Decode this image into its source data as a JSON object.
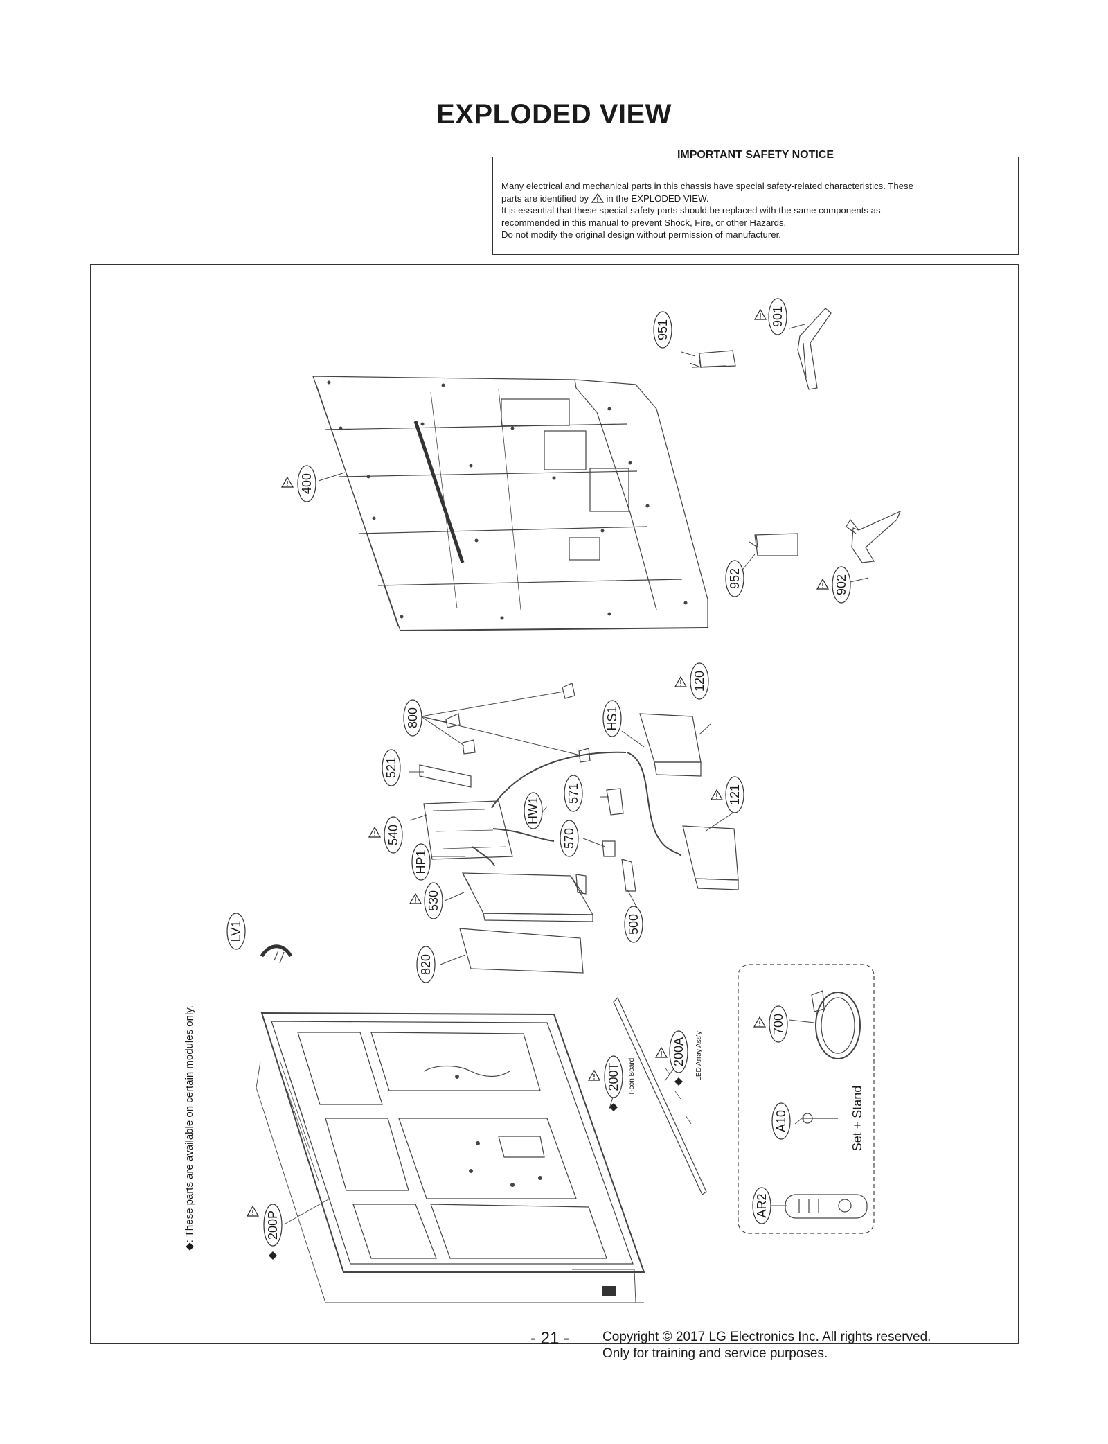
{
  "title": "EXPLODED VIEW",
  "notice": {
    "heading": "IMPORTANT SAFETY NOTICE",
    "line1": "Many electrical and mechanical parts in this chassis have special safety-related characteristics. These",
    "line2_a": "parts are identified by",
    "line2_b": "in the EXPLODED VIEW.",
    "line3": "It is essential that these special safety parts should be replaced with the same components as",
    "line4": "recommended in this manual to prevent Shock, Fire, or other Hazards.",
    "line5": "Do not modify the original design without permission of manufacturer."
  },
  "parts": {
    "p951": "951",
    "p901": "901",
    "p400": "400",
    "p952": "952",
    "p902": "902",
    "p120": "120",
    "p800": "800",
    "pHS1": "HS1",
    "p521": "521",
    "p571": "571",
    "p121": "121",
    "pHW1": "HW1",
    "p540": "540",
    "p570": "570",
    "pHP1": "HP1",
    "p530": "530",
    "p500": "500",
    "pLV1": "LV1",
    "p820": "820",
    "p700": "700",
    "p200A": "200A",
    "p200T": "200T",
    "pA10": "A10",
    "pAR2": "AR2",
    "p200P": "200P"
  },
  "sub_labels": {
    "led_array": "LED Array Ass'y",
    "tcon": "T-con Board",
    "set_stand": "Set + Stand"
  },
  "side_note": "◆: These parts are available on certain modules only.",
  "icons": [
    "warning-triangle-icon",
    "diamond-bullet-icon"
  ],
  "footer": {
    "page": "- 21 -",
    "copyright": "Copyright © 2017 LG Electronics Inc. All rights reserved.",
    "purpose": "Only for training and service purposes."
  }
}
